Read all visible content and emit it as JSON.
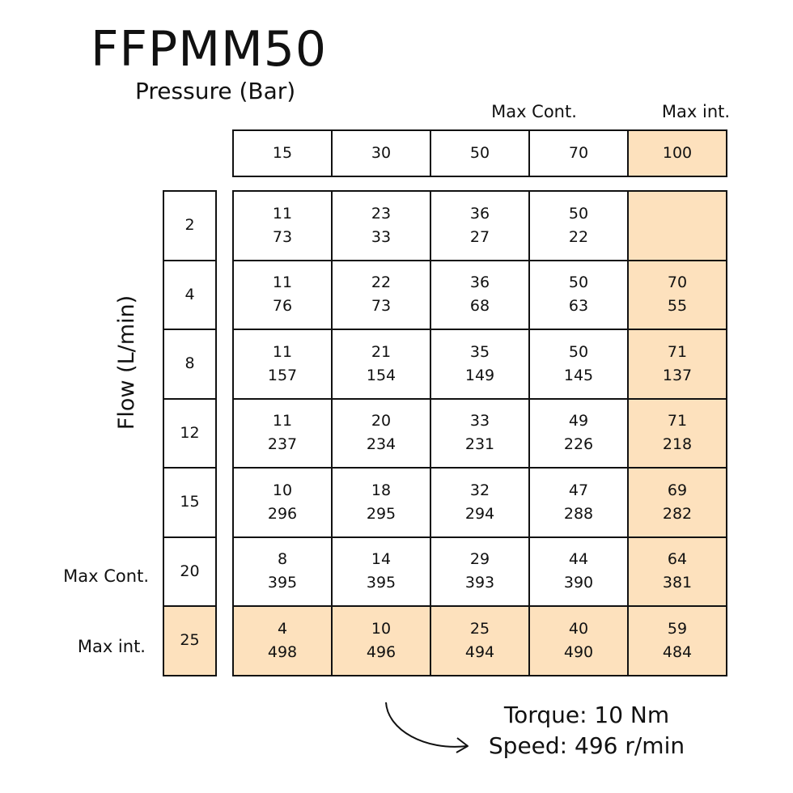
{
  "title": "FFPMM50",
  "pressure_label": "Pressure (Bar)",
  "flow_label": "Flow (L/min)",
  "column_notes": {
    "max_cont": "Max Cont.",
    "max_int": "Max int."
  },
  "row_notes": {
    "max_cont": "Max Cont.",
    "max_int": "Max int."
  },
  "pressures": [
    "15",
    "30",
    "50",
    "70",
    "100"
  ],
  "flows": [
    "2",
    "4",
    "8",
    "12",
    "15",
    "20",
    "25"
  ],
  "rows": [
    [
      {
        "torque": "11",
        "speed": "73"
      },
      {
        "torque": "23",
        "speed": "33"
      },
      {
        "torque": "36",
        "speed": "27"
      },
      {
        "torque": "50",
        "speed": "22"
      },
      {
        "torque": "",
        "speed": ""
      }
    ],
    [
      {
        "torque": "11",
        "speed": "76"
      },
      {
        "torque": "22",
        "speed": "73"
      },
      {
        "torque": "36",
        "speed": "68"
      },
      {
        "torque": "50",
        "speed": "63"
      },
      {
        "torque": "70",
        "speed": "55"
      }
    ],
    [
      {
        "torque": "11",
        "speed": "157"
      },
      {
        "torque": "21",
        "speed": "154"
      },
      {
        "torque": "35",
        "speed": "149"
      },
      {
        "torque": "50",
        "speed": "145"
      },
      {
        "torque": "71",
        "speed": "137"
      }
    ],
    [
      {
        "torque": "11",
        "speed": "237"
      },
      {
        "torque": "20",
        "speed": "234"
      },
      {
        "torque": "33",
        "speed": "231"
      },
      {
        "torque": "49",
        "speed": "226"
      },
      {
        "torque": "71",
        "speed": "218"
      }
    ],
    [
      {
        "torque": "10",
        "speed": "296"
      },
      {
        "torque": "18",
        "speed": "295"
      },
      {
        "torque": "32",
        "speed": "294"
      },
      {
        "torque": "47",
        "speed": "288"
      },
      {
        "torque": "69",
        "speed": "282"
      }
    ],
    [
      {
        "torque": "8",
        "speed": "395"
      },
      {
        "torque": "14",
        "speed": "395"
      },
      {
        "torque": "29",
        "speed": "393"
      },
      {
        "torque": "44",
        "speed": "390"
      },
      {
        "torque": "64",
        "speed": "381"
      }
    ],
    [
      {
        "torque": "4",
        "speed": "498"
      },
      {
        "torque": "10",
        "speed": "496"
      },
      {
        "torque": "25",
        "speed": "494"
      },
      {
        "torque": "40",
        "speed": "490"
      },
      {
        "torque": "59",
        "speed": "484"
      }
    ]
  ],
  "result": {
    "torque": "Torque: 10 Nm",
    "speed": "Speed: 496 r/min"
  },
  "colors": {
    "highlight": "#fde1bd",
    "border": "#111111",
    "text": "#111111"
  }
}
